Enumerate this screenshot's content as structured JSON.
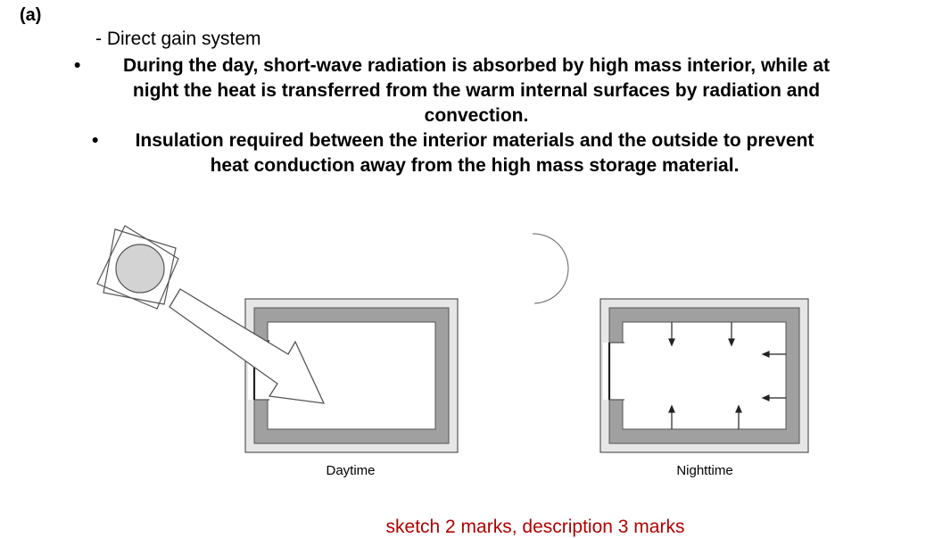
{
  "part_label": "(a)",
  "subtitle": "- Direct gain system",
  "bullets": [
    "During the day, short-wave radiation is absorbed by high mass interior, while at night the heat is transferred from the warm internal surfaces by radiation and convection.",
    "Insulation required between the interior materials and the outside to prevent heat conduction away from the high mass storage material."
  ],
  "bullet_char": "•",
  "diagram": {
    "left_caption": "Daytime",
    "right_caption": "Nighttime",
    "icons": [
      "sun-icon",
      "moon-icon",
      "radiation-arrow-icon",
      "heat-flow-arrow-icon"
    ],
    "colors": {
      "wall_gray": "#a0a0a0",
      "insulation": "#d6d6d6",
      "sun_fill": "#d3d3d3"
    }
  },
  "marks_note": "sketch 2 marks, description 3 marks",
  "colors": {
    "marks_text": "#b00000"
  }
}
